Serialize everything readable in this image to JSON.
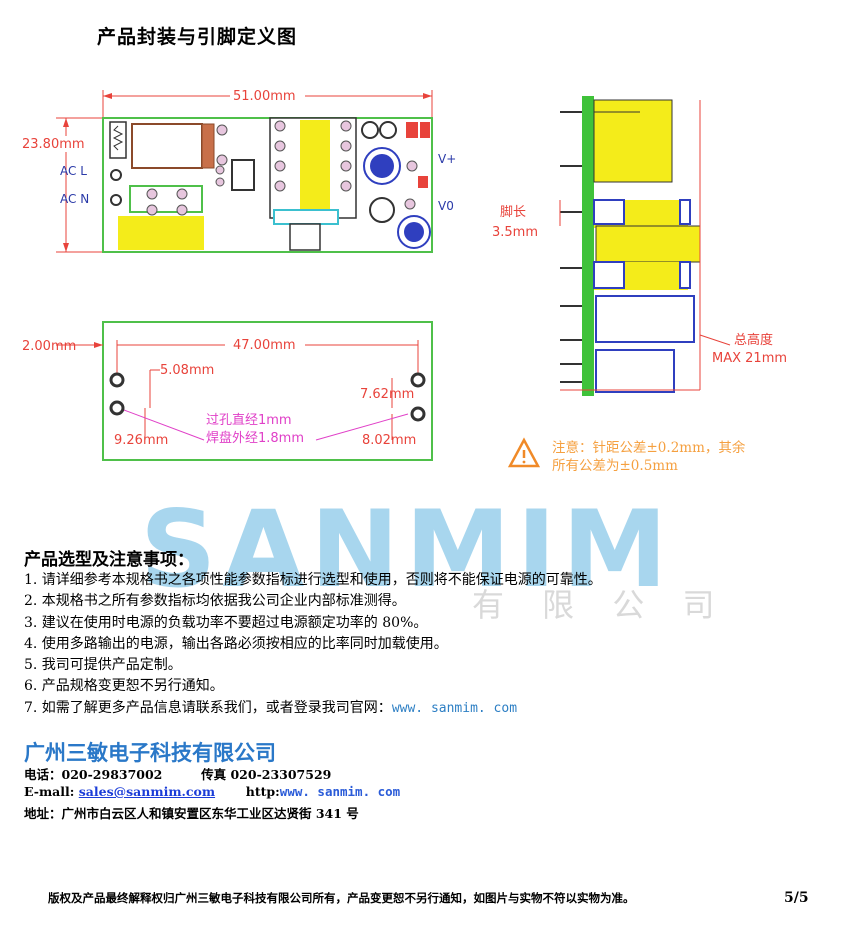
{
  "page": {
    "title": "产品封装与引脚定义图",
    "page_number": "5/5"
  },
  "diagram": {
    "top_width": "51.00mm",
    "top_height": "23.80mm",
    "ac_l": "AC L",
    "ac_n": "AC N",
    "v_plus": "V+",
    "v_zero": "V0",
    "bottom_offset": "2.00mm",
    "bottom_width": "47.00mm",
    "pin_5_08": "5.08mm",
    "pin_9_26": "9.26mm",
    "pin_7_62": "7.62mm",
    "pin_8_02": "8.02mm",
    "hole_diameter": "过孔直经1mm",
    "pad_diameter": "焊盘外经1.8mm",
    "pin_length_label": "脚长",
    "pin_length_value": "3.5mm",
    "total_height_label": "总高度",
    "total_height_value": "MAX  21mm",
    "warning_line1": "注意：针距公差±0.2mm，其余",
    "warning_line2": "所有公差为±0.5mm"
  },
  "watermark": {
    "brand": "SANMIM",
    "faded": "有 限 公 司"
  },
  "notes": {
    "title": "产品选型及注意事项：",
    "items": [
      "1. 请详细参考本规格书之各项性能参数指标进行选型和使用，否则将不能保证电源的可靠性。",
      "2. 本规格书之所有参数指标均依据我公司企业内部标准测得。",
      "3. 建议在使用时电源的负载功率不要超过电源额定功率的 80%。",
      "4. 使用多路输出的电源，输出各路必须按相应的比率同时加载使用。",
      "5. 我司可提供产品定制。",
      "6. 产品规格变更恕不另行通知。",
      "7. 如需了解更多产品信息请联系我们，或者登录我司官网："
    ],
    "website": "www. sanmim. com"
  },
  "company": {
    "name": "广州三敏电子科技有限公司",
    "phone_label": "电话：",
    "phone": "020-29837002",
    "fax_label": "传真",
    "fax": "020-23307529",
    "email_label": "E-mall: ",
    "email": "sales@sanmim.com",
    "http_label": "http:",
    "http": "www. sanmim. com",
    "address": "地址：广州市白云区人和镇安置区东华工业区达贤街 341 号"
  },
  "footer": {
    "text": "版权及产品最终解释权归广州三敏电子科技有限公司所有，产品变更恕不另行通知，如图片与实物不符以实物为准。"
  }
}
